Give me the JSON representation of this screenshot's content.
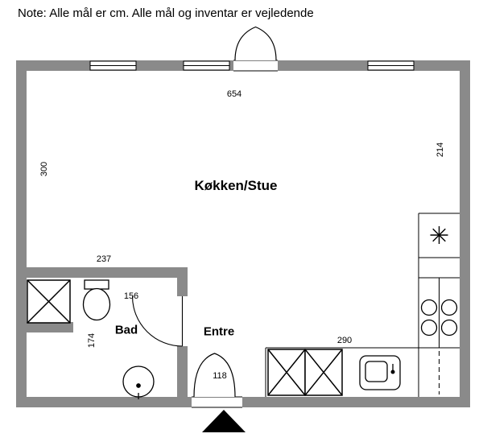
{
  "note": {
    "text": "Note: Alle mål er cm. Alle mål og inventar er vejledende"
  },
  "rooms": {
    "main": {
      "label": "Køkken/Stue"
    },
    "bath": {
      "label": "Bad"
    },
    "entry": {
      "label": "Entre"
    }
  },
  "dimensions": {
    "width_total": "654",
    "height_left": "300",
    "height_right": "214",
    "bath_width": "237",
    "bath_inner_width": "156",
    "bath_inner_height": "174",
    "entry_door_width": "118",
    "counter_width": "290"
  },
  "colors": {
    "wall": "#8a8a8a",
    "line": "#000000",
    "background": "#ffffff"
  },
  "icons": {
    "shower": "x-square",
    "wardrobe": "x-square",
    "cooktop": "eight-spoke-asterisk",
    "stove": "four-burner-circles",
    "sink": "rounded-basin",
    "toilet": "oval-with-tank",
    "washbasin": "circle-basin",
    "entrance_marker": "solid-black-triangle",
    "door": "quarter-arc"
  }
}
